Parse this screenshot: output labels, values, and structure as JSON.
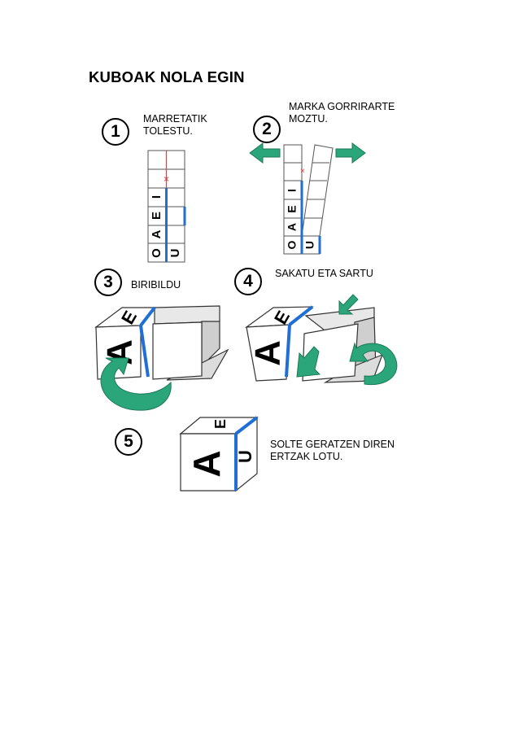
{
  "title": "KUBOAK NOLA EGIN",
  "steps": [
    {
      "number": "1",
      "line1": "MARRETATIK",
      "line2": "TOLESTU."
    },
    {
      "number": "2",
      "line1": "MARKA GORRIRARTE",
      "line2": "MOZTU."
    },
    {
      "number": "3",
      "line1": "BIRIBILDU"
    },
    {
      "number": "4",
      "line1": "SAKATU ETA SARTU"
    },
    {
      "number": "5",
      "line1": "SOLTE GERATZEN DIREN",
      "line2": "ERTZAK LOTU."
    }
  ],
  "strip_letters": [
    "O",
    "A",
    "E",
    "I",
    "U"
  ],
  "cube_letters": {
    "front": "A",
    "top": "E",
    "side": "U"
  },
  "colors": {
    "arrow": "#2aa67a",
    "edge_blue": "#1f6fd6",
    "cut_mark": "#e0302e",
    "fold_line": "#a06060",
    "shade": "#cfcfcf"
  }
}
